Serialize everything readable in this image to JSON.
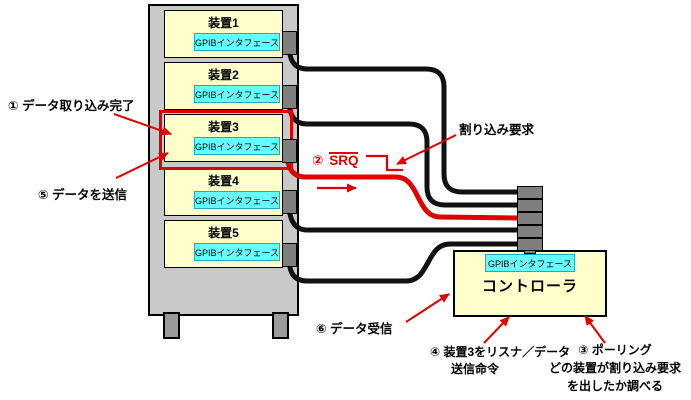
{
  "colors": {
    "device_fill": "#ffffcc",
    "interface_fill": "#66ffff",
    "rack_fill": "#c9c9c9",
    "connector_gray": "#7f7f7f",
    "cable_black": "#111111",
    "highlight_red": "#e00000"
  },
  "rack": {
    "devices": [
      {
        "name": "装置1",
        "interface_label": "GPIBインタフェース"
      },
      {
        "name": "装置2",
        "interface_label": "GPIBインタフェース"
      },
      {
        "name": "装置3",
        "interface_label": "GPIBインタフェース"
      },
      {
        "name": "装置4",
        "interface_label": "GPIBインタフェース"
      },
      {
        "name": "装置5",
        "interface_label": "GPIBインタフェース"
      }
    ]
  },
  "controller": {
    "interface_label": "GPIBインタフェース",
    "name": "コントローラ"
  },
  "annotations": {
    "step1": "① データ取り込み完了",
    "step5": "⑤ データを送信",
    "step2_prefix": "②",
    "step2_signal": "SRQ",
    "interrupt": "割り込み要求",
    "step6": "⑥ データ受信",
    "step4_line1": "④ 装置3をリスナ／データ",
    "step4_line2": "送信命令",
    "step3_line1": "③ ポーリング",
    "step3_line2": "どの装置が割り込み要求",
    "step3_line3": "を出したか調べる"
  }
}
